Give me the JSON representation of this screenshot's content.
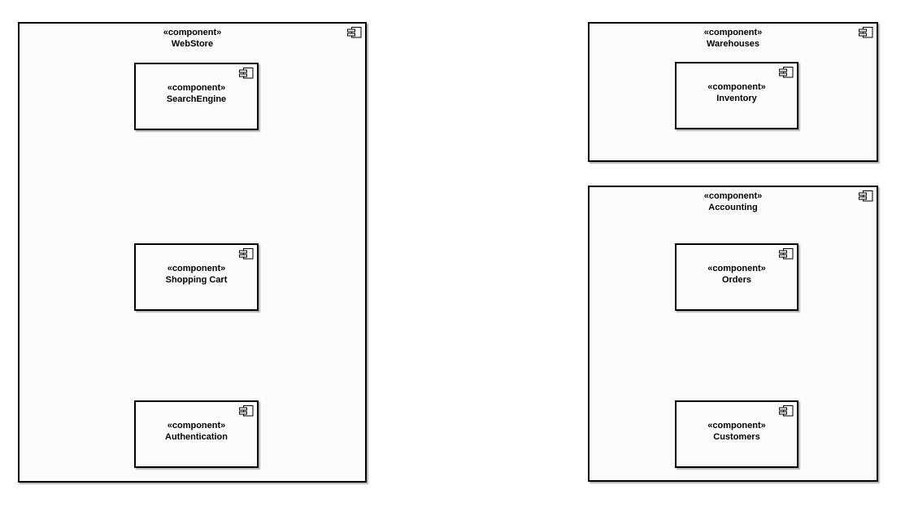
{
  "diagram_type": "uml-component-diagram",
  "colors": {
    "border": "#000000",
    "fill": "#fbfbfb",
    "shadow": "#b3b3b3",
    "text": "#000000",
    "background": "#ffffff"
  },
  "containers": [
    {
      "stereotype": "«component»",
      "name": "WebStore",
      "components": [
        {
          "stereotype": "«component»",
          "name": "SearchEngine"
        },
        {
          "stereotype": "«component»",
          "name": "Shopping Cart"
        },
        {
          "stereotype": "«component»",
          "name": "Authentication"
        }
      ]
    },
    {
      "stereotype": "«component»",
      "name": "Warehouses",
      "components": [
        {
          "stereotype": "«component»",
          "name": "Inventory"
        }
      ]
    },
    {
      "stereotype": "«component»",
      "name": "Accounting",
      "components": [
        {
          "stereotype": "«component»",
          "name": "Orders"
        },
        {
          "stereotype": "«component»",
          "name": "Customers"
        }
      ]
    }
  ]
}
